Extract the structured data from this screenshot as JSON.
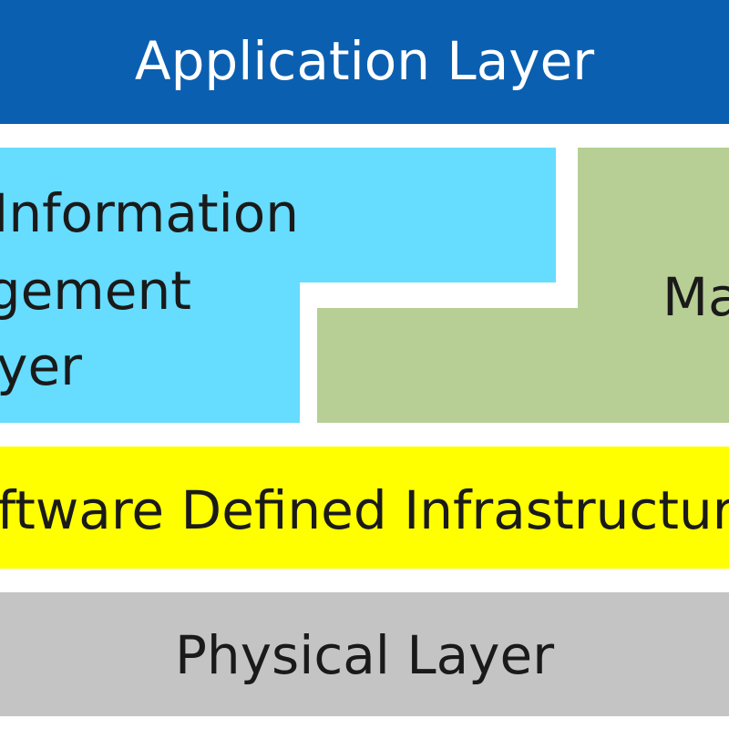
{
  "layers": {
    "application": {
      "label": "Application Layer",
      "color": "#0b5fb0",
      "text_color": "#ffffff"
    },
    "information_management": {
      "lines": [
        "Information",
        "Management",
        "Layer"
      ],
      "color": "#66dcff",
      "text_color": "#1a1a1a"
    },
    "management": {
      "label": "Management",
      "color": "#b7cf95",
      "text_color": "#1a1a1a"
    },
    "software_defined_infrastructure": {
      "label": "Software Defined Infrastructure",
      "color": "#ffff00",
      "text_color": "#1a1a1a"
    },
    "physical": {
      "label": "Physical Layer",
      "color": "#c4c4c4",
      "text_color": "#1a1a1a"
    }
  }
}
